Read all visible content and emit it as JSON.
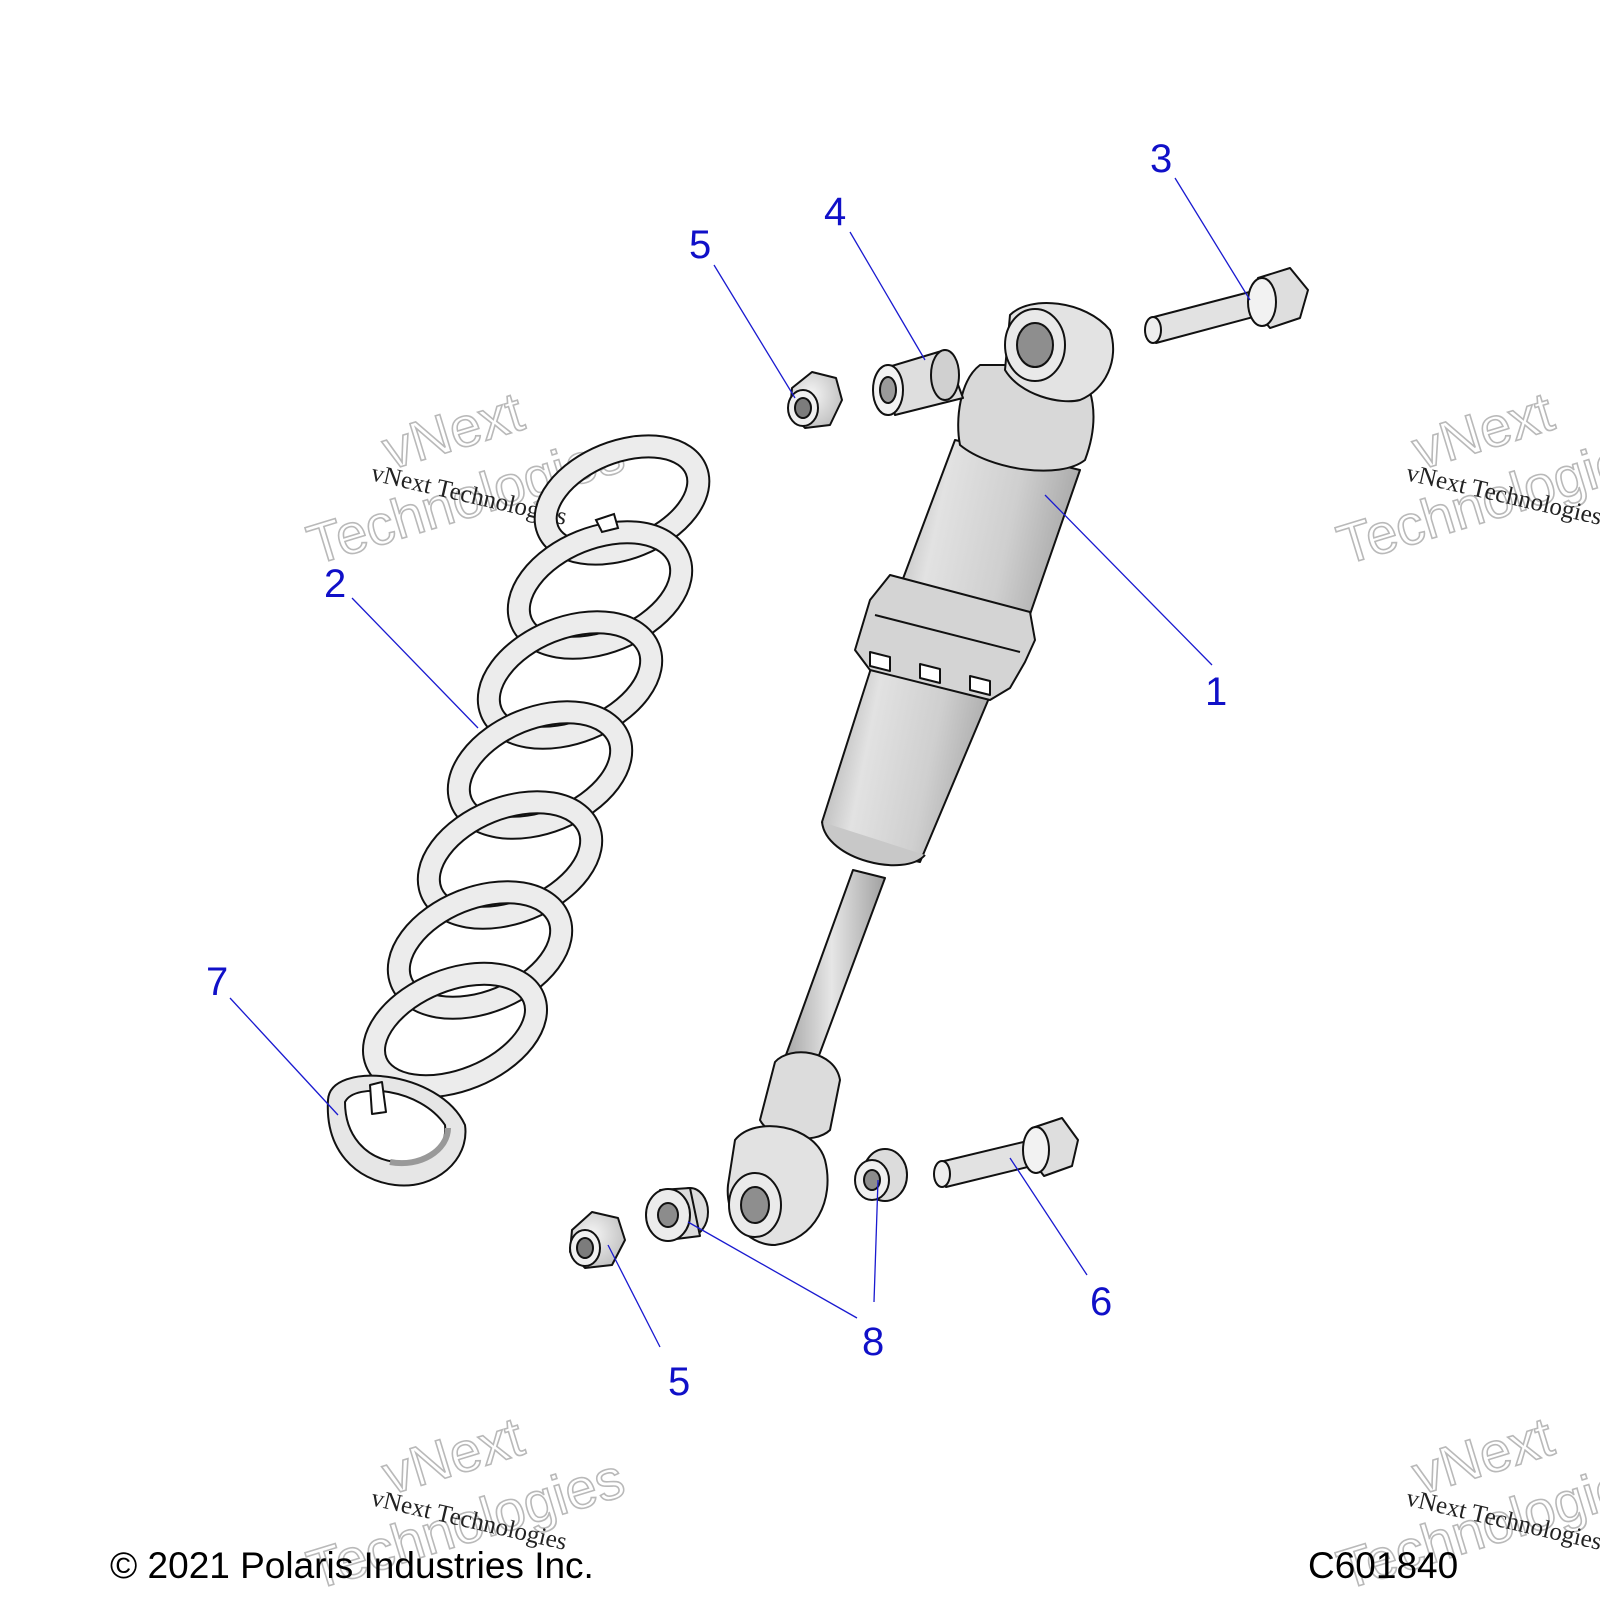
{
  "callouts": [
    {
      "label": "1"
    },
    {
      "label": "2"
    },
    {
      "label": "3"
    },
    {
      "label": "4"
    },
    {
      "label": "5"
    },
    {
      "label": "5"
    },
    {
      "label": "6"
    },
    {
      "label": "7"
    },
    {
      "label": "8"
    }
  ],
  "watermark": {
    "small": "vNext Technologies",
    "big_line1": "vNext",
    "big_line2": "Technologies"
  },
  "footer": {
    "copyright": "© 2021 Polaris Industries Inc.",
    "drawing_id": "C601840"
  },
  "colors": {
    "callout": "#1010c8",
    "part_fill": "#e8e8e8",
    "part_shade": "#bdbdbd",
    "outline": "#111111"
  }
}
